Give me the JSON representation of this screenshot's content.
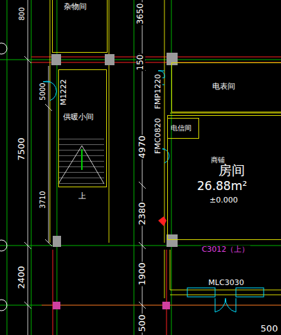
{
  "diagram": {
    "nodes": [
      {
        "text": [
          "杂物间"
        ]
      },
      {
        "text": [
          "供暖小间"
        ]
      },
      {
        "text": [
          "电表间"
        ]
      },
      {
        "text": [
          "商铺",
          "房间",
          "26.88m²",
          "±0.000"
        ]
      },
      {
        "text": [
          "电信间"
        ],
        "in": 3
      }
    ],
    "labels": [
      "3650",
      "800",
      "150",
      "5000",
      "M1222",
      "FMP1220",
      "4970",
      "FMC0820",
      "7500",
      "上",
      "3710",
      "2380",
      "C3012（上）",
      "1900",
      "2400",
      "MLC3030",
      "500",
      "500"
    ]
  }
}
